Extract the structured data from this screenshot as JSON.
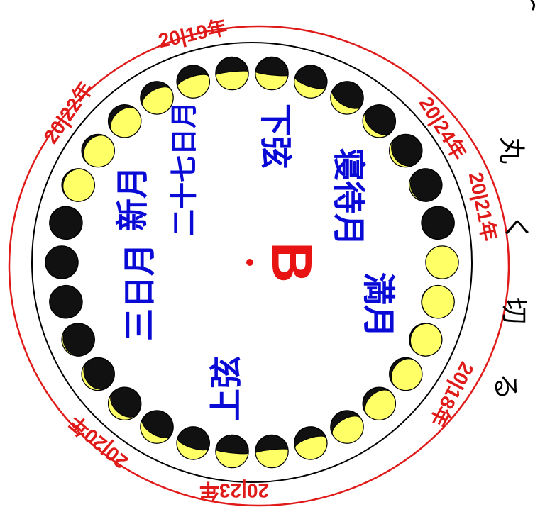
{
  "center": {
    "letter": "B"
  },
  "phase_labels": [
    {
      "text": "下弦",
      "role": "last-quarter"
    },
    {
      "text": "寝待月",
      "role": "waning-gibbous"
    },
    {
      "text": "満月",
      "role": "full-moon"
    },
    {
      "text": "上弦",
      "role": "first-quarter"
    },
    {
      "text": "三日月",
      "role": "crescent"
    },
    {
      "text": "新月",
      "role": "new-moon"
    },
    {
      "text": "二十七日月",
      "role": "day-27-moon"
    }
  ],
  "year_labels": [
    {
      "text": "20|19年"
    },
    {
      "text": "20|24年"
    },
    {
      "text": "20|21年"
    },
    {
      "text": "20|18年"
    },
    {
      "text": "20|23年"
    },
    {
      "text": "20|20年"
    },
    {
      "text": "20|22年"
    }
  ],
  "cut_instruction": {
    "chars": [
      "丸",
      "く",
      "切",
      "る"
    ]
  },
  "moon_count": 30,
  "colors": {
    "ring": "#e01919",
    "moon_lit": "#ffff66",
    "moon_dark": "#111111",
    "label_blue": "#0a0ad6",
    "center_red": "#e81414"
  }
}
